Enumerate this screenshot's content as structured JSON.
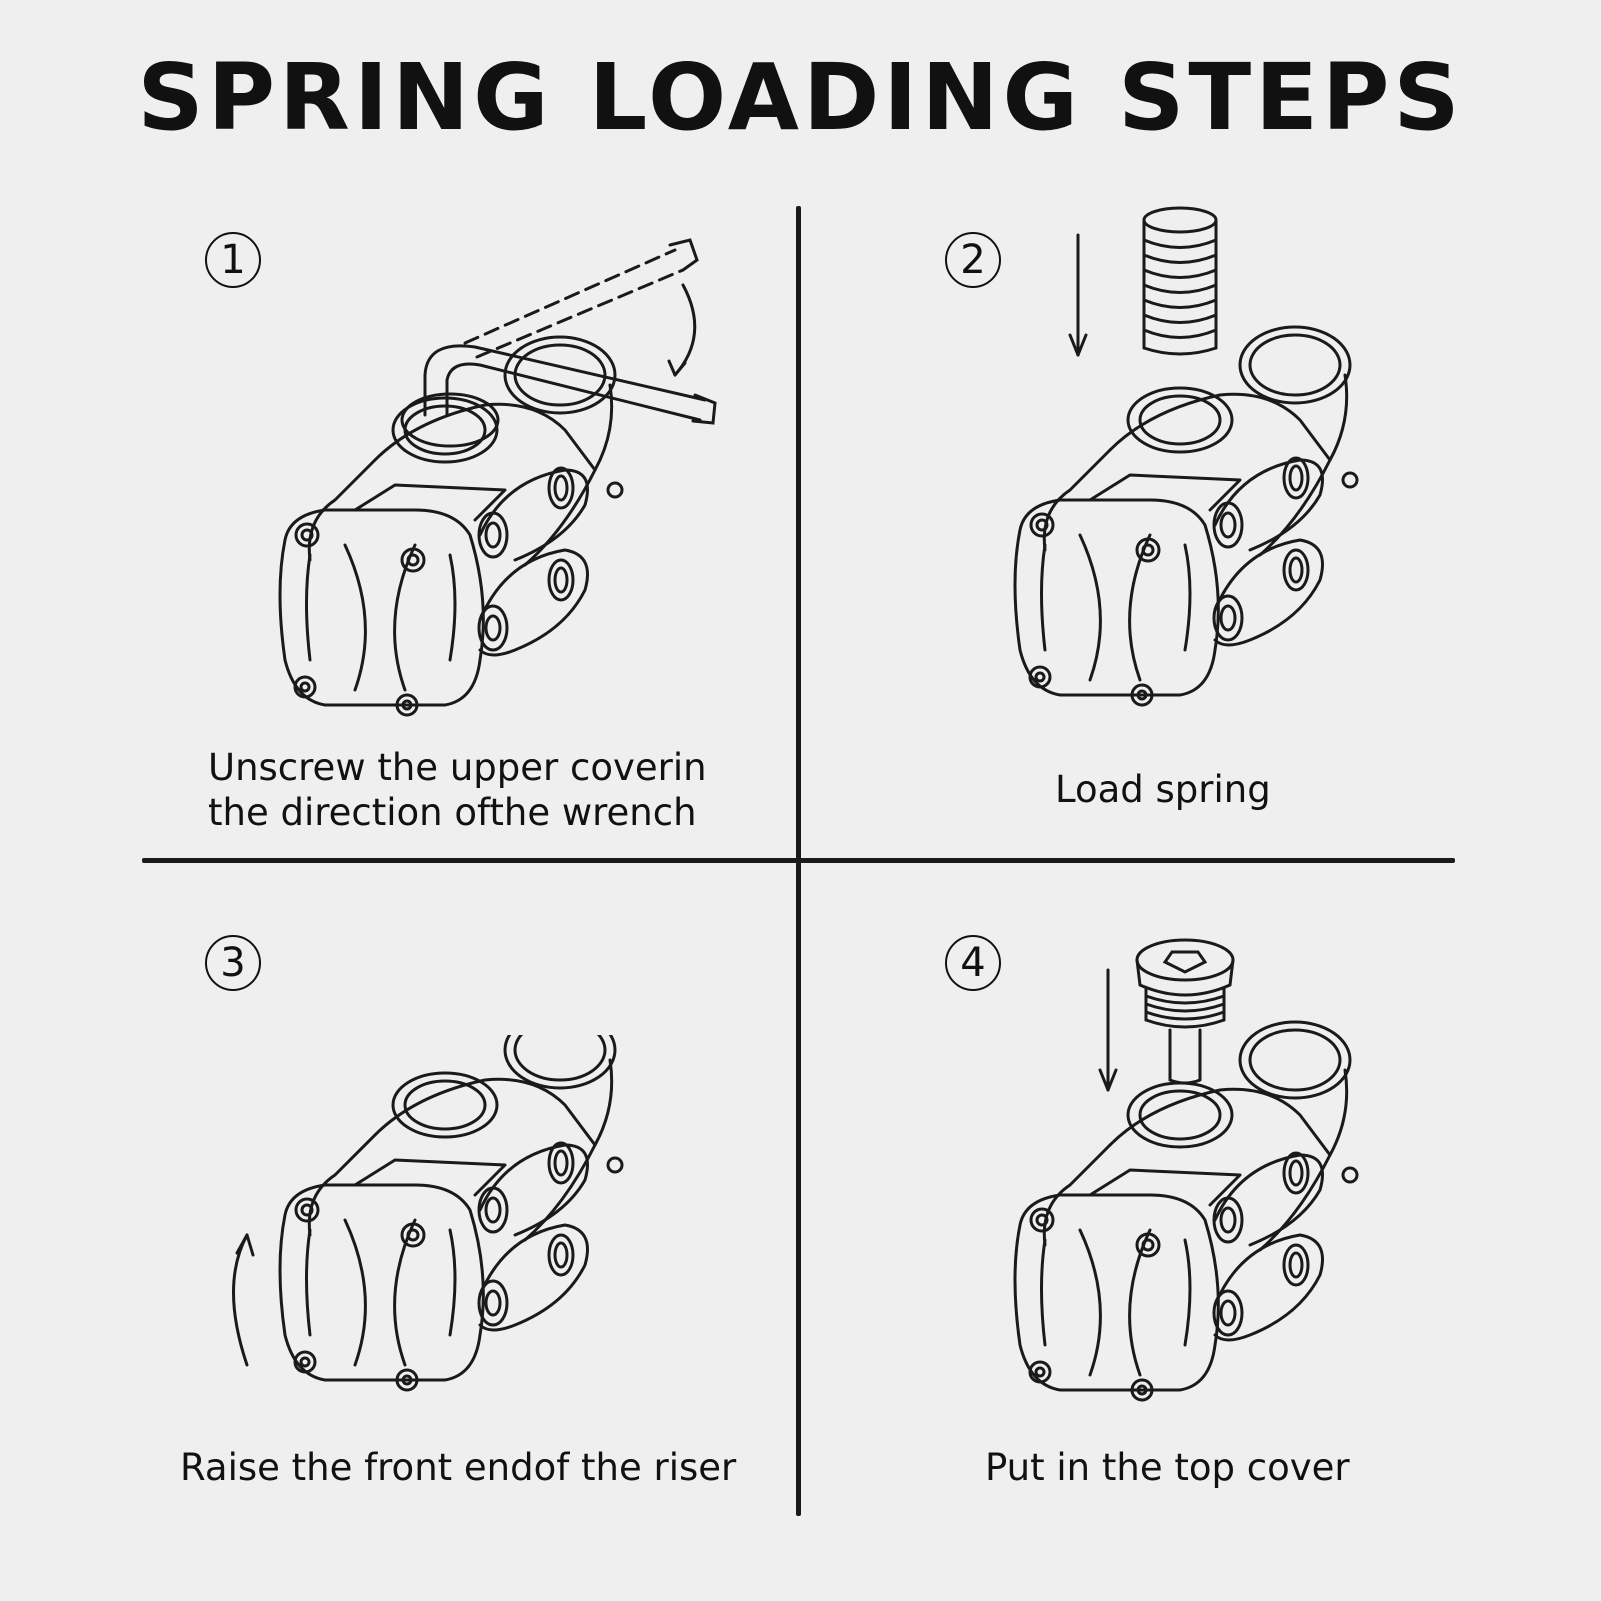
{
  "title": "SPRING LOADING STEPS",
  "steps": [
    {
      "number": "1",
      "caption_lines": [
        "Unscrew the upper coverin",
        "the direction ofthe wrench"
      ],
      "illustration": "stem-with-hex-wrench"
    },
    {
      "number": "2",
      "caption_lines": [
        "Load spring"
      ],
      "illustration": "stem-with-spring"
    },
    {
      "number": "3",
      "caption_lines": [
        "Raise the front endof the riser"
      ],
      "illustration": "stem-raise-front"
    },
    {
      "number": "4",
      "caption_lines": [
        "Put in the top cover"
      ],
      "illustration": "stem-with-top-cover"
    }
  ]
}
